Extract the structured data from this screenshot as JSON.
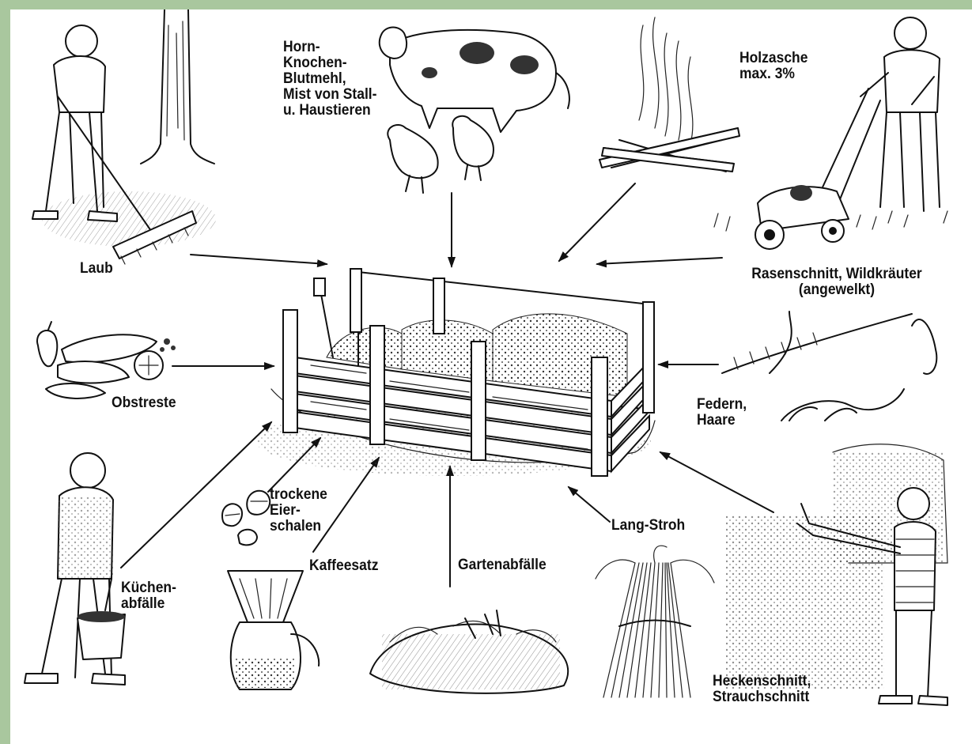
{
  "labels": {
    "laub": "Laub",
    "horn": "Horn-\nKnochen-\nBlutmehl,\nMist von Stall-\nu. Haustieren",
    "holzasche": "Holzasche\nmax. 3%",
    "rasen": "Rasenschnitt, Wildkräuter\n(angewelkt)",
    "obst": "Obstreste",
    "federn": "Federn,\nHaare",
    "kuechen": "Küchen-\nabfälle",
    "eier": "trockene\nEier-\nschalen",
    "kaffee": "Kaffeesatz",
    "garten": "Gartenabfälle",
    "stroh": "Lang-Stroh",
    "hecke": "Heckenschnitt,\nStrauchschnitt"
  },
  "colors": {
    "frame": "#a9c79e",
    "background": "#ffffff",
    "ink": "#111111"
  },
  "icons": [
    "compost-bin-illustration",
    "raking-person-illustration",
    "cow-chickens-illustration",
    "fire-illustration",
    "lawnmower-person-illustration",
    "fruit-scraps-illustration",
    "feathers-illustration",
    "bucket-person-illustration",
    "eggshells-illustration",
    "coffee-filter-illustration",
    "garden-waste-illustration",
    "straw-bundle-illustration",
    "hedge-trimming-illustration"
  ]
}
